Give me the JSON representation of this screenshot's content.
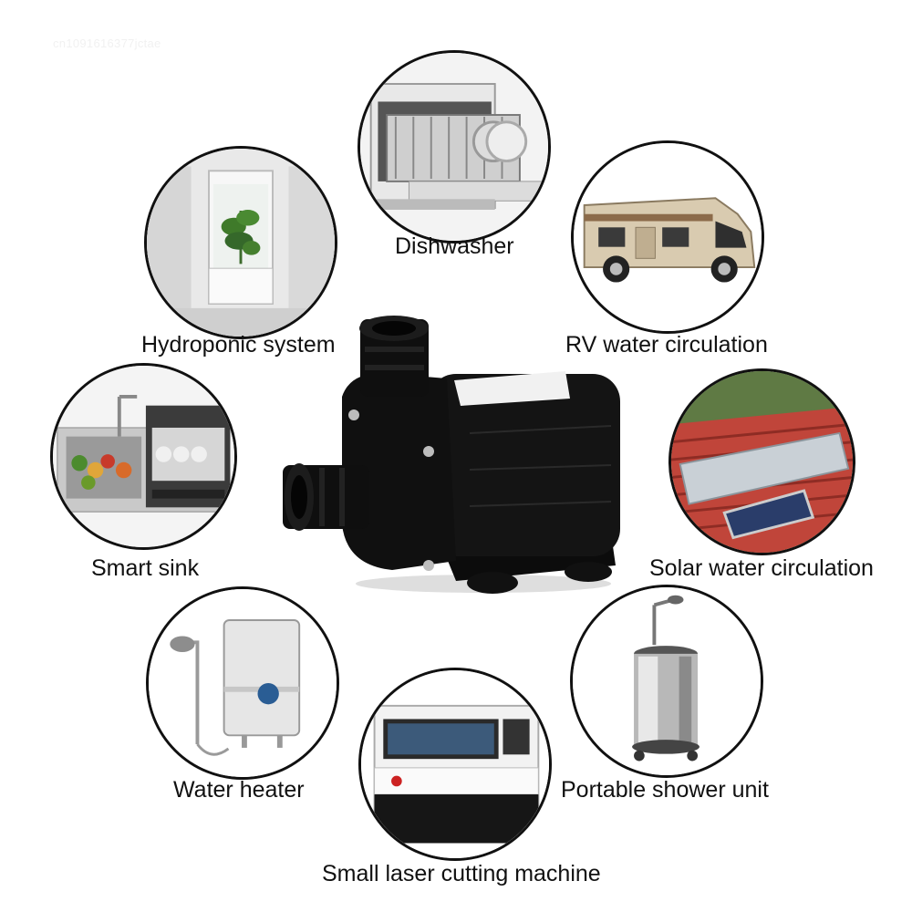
{
  "watermark": "cn1091616377jctae",
  "applications": [
    {
      "id": "dishwasher",
      "label": "Dishwasher"
    },
    {
      "id": "hydroponic",
      "label": "Hydroponic system"
    },
    {
      "id": "rv",
      "label": "RV water circulation"
    },
    {
      "id": "smart-sink",
      "label": "Smart sink"
    },
    {
      "id": "solar",
      "label": "Solar water circulation"
    },
    {
      "id": "water-heater",
      "label": "Water heater"
    },
    {
      "id": "shower",
      "label": "Portable shower unit"
    },
    {
      "id": "laser",
      "label": "Small laser cutting machine"
    }
  ],
  "colors": {
    "circle_border": "#111111",
    "pump_body": "#141414",
    "roof_red": "#c0453a",
    "rv_beige": "#d9cbb0"
  }
}
